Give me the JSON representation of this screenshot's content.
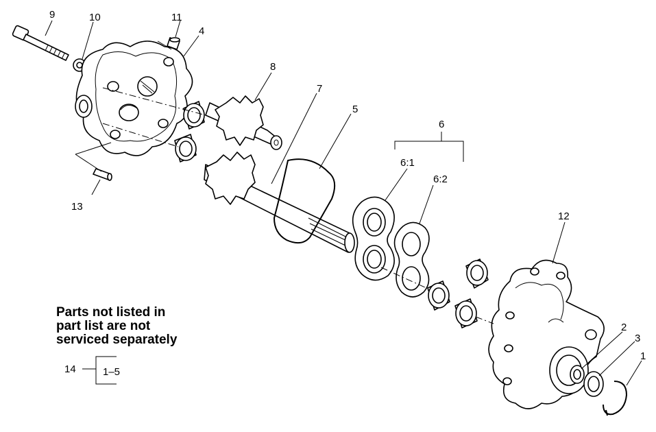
{
  "callouts": {
    "c1": "1",
    "c2": "2",
    "c3": "3",
    "c4": "4",
    "c5": "5",
    "c6": "6",
    "c6_1": "6:1",
    "c6_2": "6:2",
    "c7": "7",
    "c8": "8",
    "c9": "9",
    "c10": "10",
    "c11": "11",
    "c12": "12",
    "c13": "13",
    "c14": "14"
  },
  "note": {
    "line1": "Parts not listed in",
    "line2": "part list are not",
    "line3": "serviced separately"
  },
  "kit": {
    "range": "1–5"
  }
}
